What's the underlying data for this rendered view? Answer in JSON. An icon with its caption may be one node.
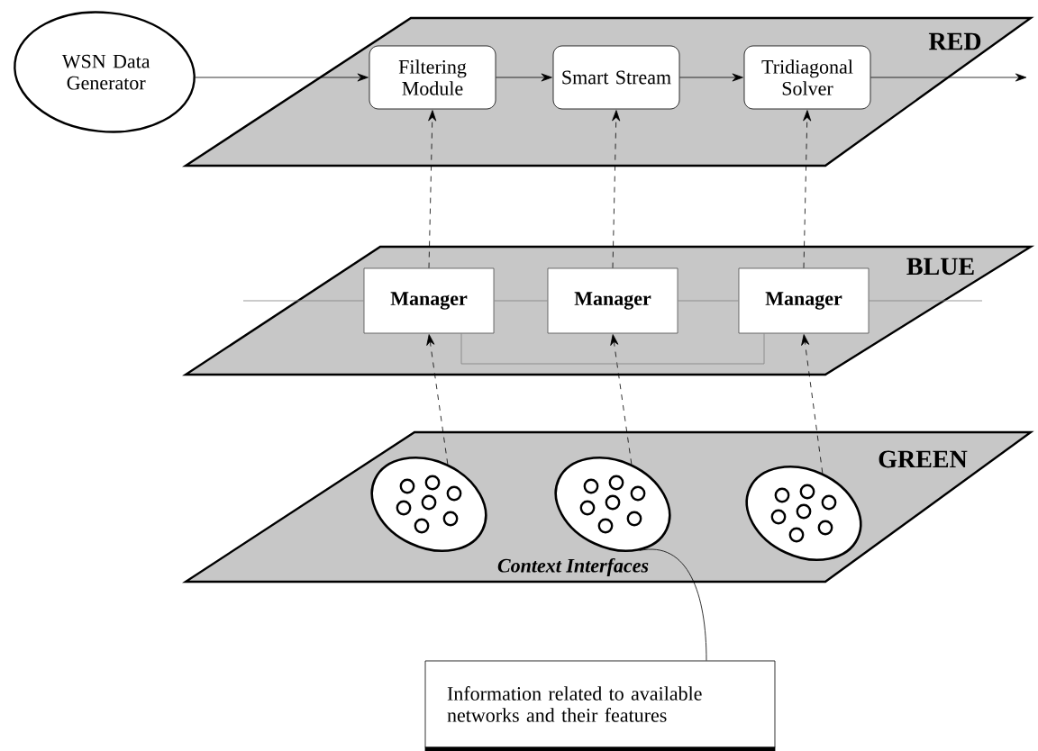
{
  "diagram": {
    "nodes": [
      {
        "text": [
          "RED"
        ]
      },
      {
        "text": [
          "Filtering Module"
        ],
        "in": 0
      },
      {
        "text": [
          "Smart Stream"
        ],
        "in": 0
      },
      {
        "text": [
          "Tridiagonal Solver"
        ],
        "in": 0
      },
      {
        "text": [
          "WSN Data Generator"
        ]
      },
      {
        "text": [
          "BLUE"
        ]
      },
      {
        "text": [
          "Manager"
        ],
        "in": 5
      },
      {
        "text": [
          "Manager"
        ],
        "in": 5
      },
      {
        "text": [
          "Manager"
        ],
        "in": 5
      },
      {
        "text": [
          "GREEN",
          "Context Interfaces"
        ]
      },
      {
        "text": [],
        "shape": "cloud",
        "in": 9
      },
      {
        "text": [],
        "shape": "cloud",
        "in": 9
      },
      {
        "text": [],
        "shape": "cloud",
        "in": 9
      },
      {
        "text": [
          "Information related to available networks and their features"
        ]
      }
    ],
    "edges": [
      {
        "from": 4,
        "to": 1,
        "arrow": "to"
      },
      {
        "from": 1,
        "to": 2,
        "arrow": "to"
      },
      {
        "from": 2,
        "to": 3,
        "arrow": "to"
      },
      {
        "from": 3,
        "to": null,
        "arrow": "to"
      },
      {
        "from": 6,
        "to": 1,
        "arrow": "to",
        "style": "dashed"
      },
      {
        "from": 7,
        "to": 2,
        "arrow": "to",
        "style": "dashed"
      },
      {
        "from": 8,
        "to": 3,
        "arrow": "to",
        "style": "dashed"
      },
      {
        "from": 10,
        "to": 6,
        "arrow": "to",
        "style": "dashed"
      },
      {
        "from": 11,
        "to": 7,
        "arrow": "to",
        "style": "dashed"
      },
      {
        "from": 12,
        "to": 8,
        "arrow": "to",
        "style": "dashed"
      },
      {
        "from": null,
        "to": 6,
        "arrow": "none",
        "color": "#808080"
      },
      {
        "from": 6,
        "to": 7,
        "arrow": "none",
        "color": "#808080"
      },
      {
        "from": 7,
        "to": 8,
        "arrow": "none",
        "color": "#808080"
      },
      {
        "from": 8,
        "to": null,
        "arrow": "none",
        "color": "#808080"
      },
      {
        "from": 6,
        "to": 8,
        "arrow": "none",
        "color": "#808080"
      },
      {
        "from": 13,
        "to": 11,
        "arrow": "none"
      }
    ]
  }
}
